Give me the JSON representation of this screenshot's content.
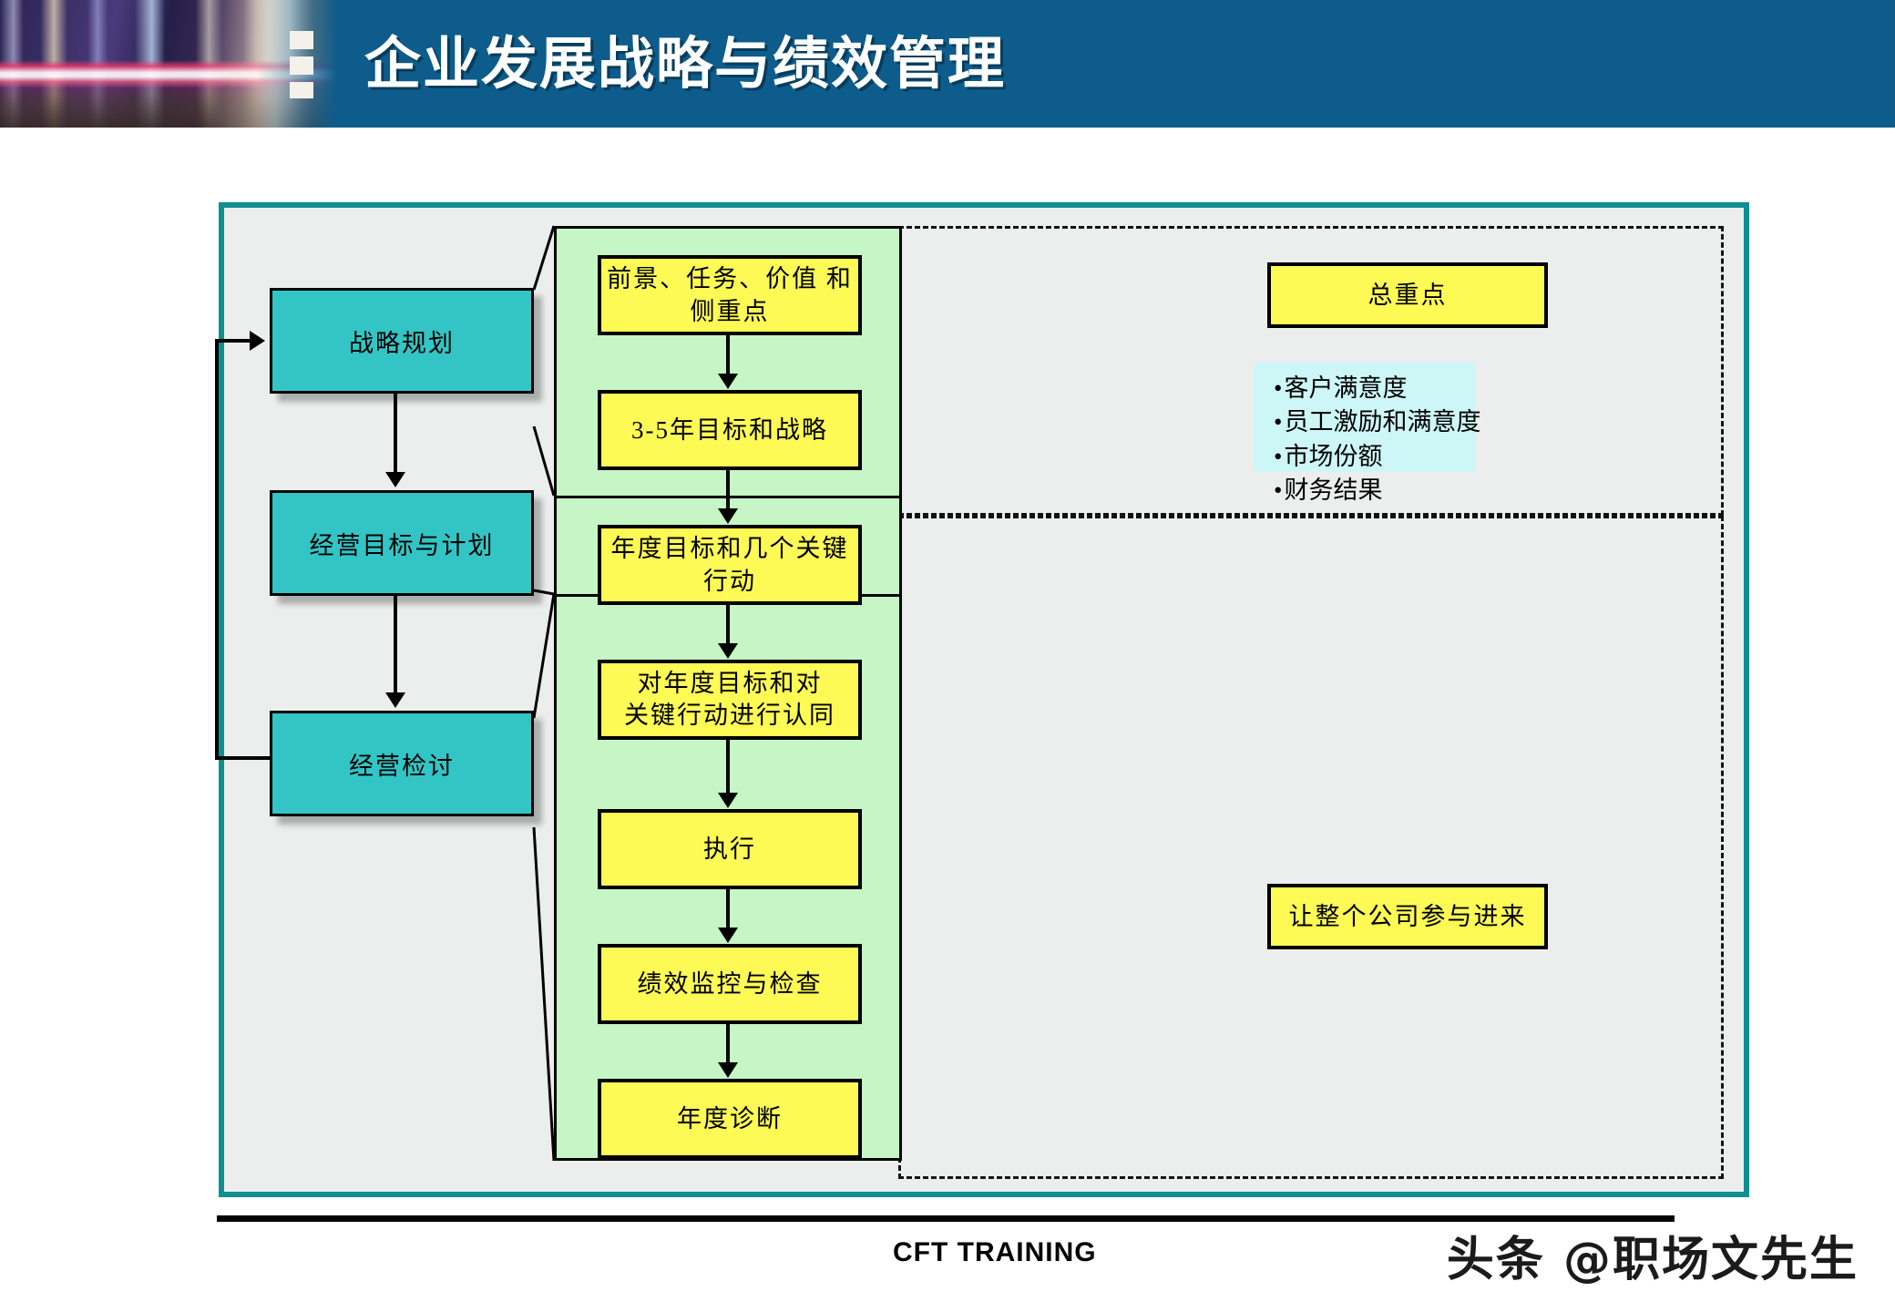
{
  "header": {
    "title": "企业发展战略与绩效管理",
    "banner_color": "#0d5c8c",
    "title_color": "#ffffff"
  },
  "diagram": {
    "frame_border_color": "#0f8f8f",
    "frame_background": "#eceded",
    "green_panel_color": "#c6f5c6",
    "teal_box_color": "#33c5c5",
    "yellow_box_color": "#fdf955",
    "cyan_panel_color": "#cdf7f7",
    "stages": [
      {
        "label": "战略规划"
      },
      {
        "label": "经营目标与计划"
      },
      {
        "label": "经营检讨"
      }
    ],
    "steps": [
      {
        "label": "前景、任务、价值 和侧重点"
      },
      {
        "label": "3-5年目标和战略"
      },
      {
        "label": "年度目标和几个关键行动"
      },
      {
        "line1": "对年度目标和对",
        "line2": "关键行动进行认同"
      },
      {
        "label": "执行"
      },
      {
        "label": "绩效监控与检查"
      },
      {
        "label": "年度诊断"
      }
    ],
    "callouts": [
      {
        "label": "总重点"
      },
      {
        "label": "让整个公司参与进来"
      }
    ],
    "bullets": [
      "客户满意度",
      "员工激励和满意度",
      "市场份额",
      "财务结果"
    ]
  },
  "footer": {
    "label": "CFT TRAINING",
    "watermark": "头条 @职场文先生"
  }
}
